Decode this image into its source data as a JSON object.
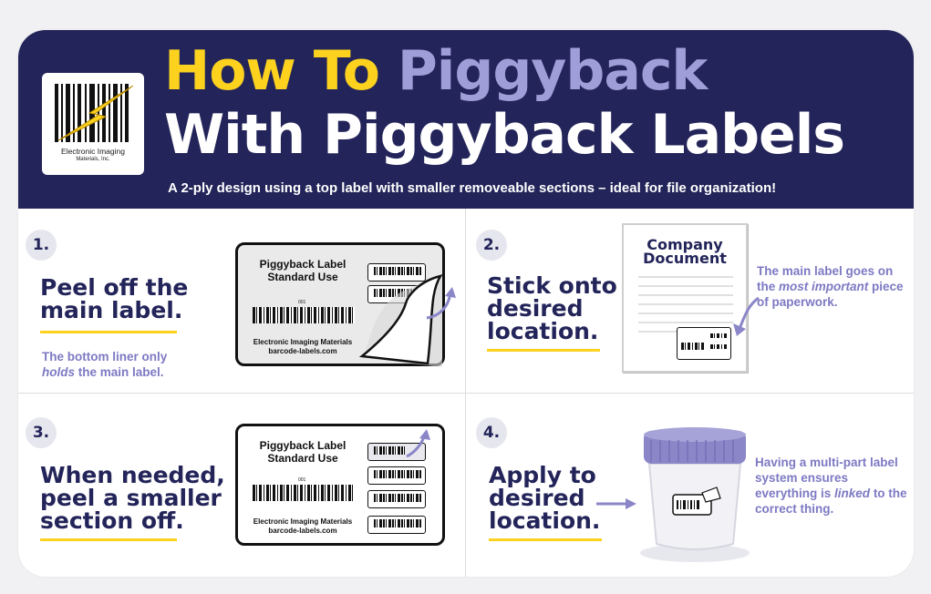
{
  "header": {
    "title_how_to": "How To",
    "title_piggyback": "Piggyback",
    "title_line2": "With Piggyback Labels",
    "subtitle": "A  2-ply design using a top label  with smaller removeable sections – ideal for file organization!",
    "logo_line1": "Electronic Imaging",
    "logo_line2": "Materials, Inc."
  },
  "colors": {
    "navy": "#232459",
    "yellow": "#fcd21f",
    "lavender": "#a09ed9",
    "note": "#7d79c3"
  },
  "steps": [
    {
      "num": "1.",
      "text": "Peel off the\nmain label.",
      "note_prefix": "The bottom liner only",
      "note_em": "holds",
      "note_suffix": " the main label."
    },
    {
      "num": "2.",
      "text": "Stick onto\ndesired\nlocation.",
      "note_prefix": "The main label goes on the",
      "note_em": "most important",
      "note_suffix": " piece of paperwork."
    },
    {
      "num": "3.",
      "text": "When needed,\npeel a smaller\nsection off."
    },
    {
      "num": "4.",
      "text": "Apply to\ndesired\nlocation.",
      "note_prefix": "Having a multi-part label system ensures everything is",
      "note_em": "linked",
      "note_suffix": " to the correct thing."
    }
  ],
  "label": {
    "title_line1": "Piggyback Label",
    "title_line2": "Standard Use",
    "footer_line1": "Electronic Imaging Materials",
    "footer_line2": "barcode-labels.com",
    "barcode_number": "001"
  },
  "document": {
    "title_line1": "Company",
    "title_line2": "Document"
  }
}
